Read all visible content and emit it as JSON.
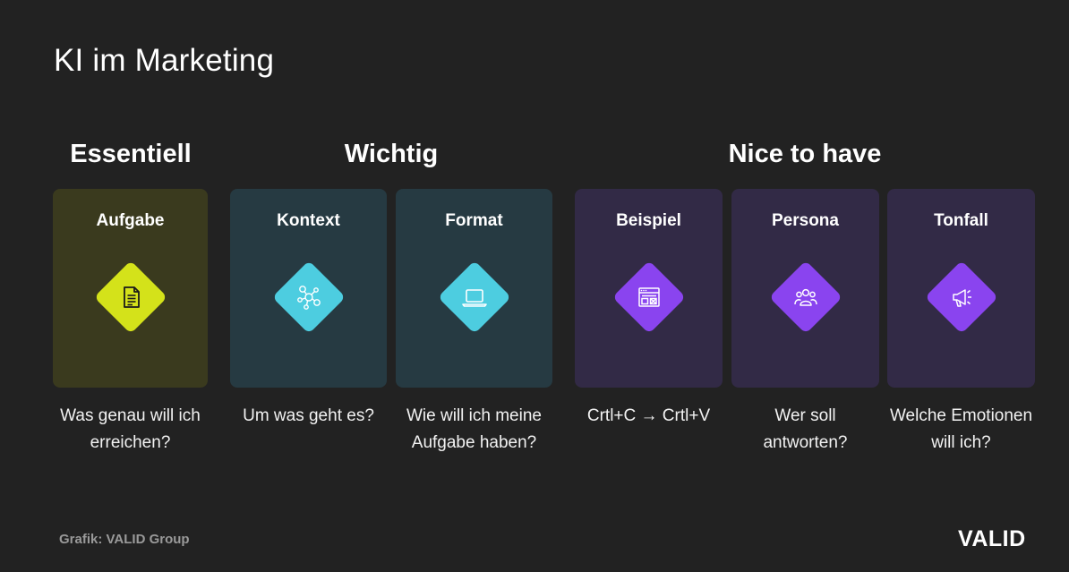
{
  "title": "KI im Marketing",
  "groups": [
    {
      "label": "Essentiell"
    },
    {
      "label": "Wichtig"
    },
    {
      "label": "Nice to have"
    }
  ],
  "cards": [
    {
      "label": "Aufgabe",
      "caption_line1": "Was genau will ich",
      "caption_line2": "erreichen?",
      "icon": "document-icon",
      "card_color": "#3a3a1e",
      "accent": "#d4e21a"
    },
    {
      "label": "Kontext",
      "caption_line1": "Um was geht es?",
      "caption_line2": "",
      "icon": "network-icon",
      "card_color": "#263a42",
      "accent": "#4dcde0"
    },
    {
      "label": "Format",
      "caption_line1": "Wie will ich meine",
      "caption_line2": "Aufgabe haben?",
      "icon": "laptop-icon",
      "card_color": "#263a42",
      "accent": "#4dcde0"
    },
    {
      "label": "Beispiel",
      "caption_line1": "Crtl+C → Crtl+V",
      "caption_line2": "",
      "icon": "browser-window-icon",
      "card_color": "#322a46",
      "accent": "#8a44ef"
    },
    {
      "label": "Persona",
      "caption_line1": "Wer soll",
      "caption_line2": "antworten?",
      "icon": "people-icon",
      "card_color": "#322a46",
      "accent": "#8a44ef"
    },
    {
      "label": "Tonfall",
      "caption_line1": "Welche Emotionen",
      "caption_line2": "will ich?",
      "icon": "megaphone-icon",
      "card_color": "#322a46",
      "accent": "#8a44ef"
    }
  ],
  "credit": "Grafik: VALID Group",
  "logo_text": "VALID"
}
